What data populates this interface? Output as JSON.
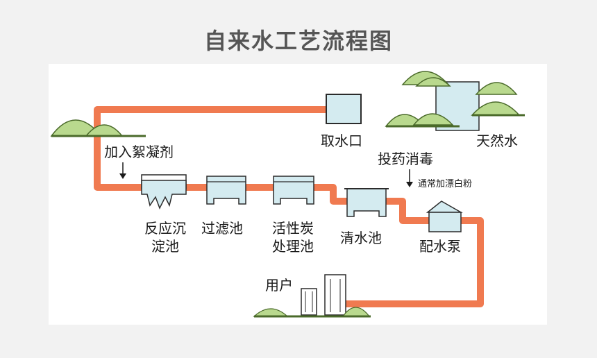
{
  "title": "自来水工艺流程图",
  "colors": {
    "pipe": "#f07a50",
    "tank_fill": "#d4ebf0",
    "tank_stroke": "#2b2b2b",
    "hill": "#b9d98e",
    "hill_stroke": "#4a6a2a",
    "water": "#d4ebf0"
  },
  "labels": {
    "natural_water": "天然水",
    "intake": "取水口",
    "add_coagulant": "加入絮凝剂",
    "reaction_tank_l1": "反应沉",
    "reaction_tank_l2": "淀池",
    "filter_tank": "过滤池",
    "carbon_l1": "活性炭",
    "carbon_l2": "处理池",
    "clear_water": "清水池",
    "disinfect": "投药消毒",
    "bleach_note": "通常加漂白粉",
    "pump": "配水泵",
    "users": "用户"
  }
}
